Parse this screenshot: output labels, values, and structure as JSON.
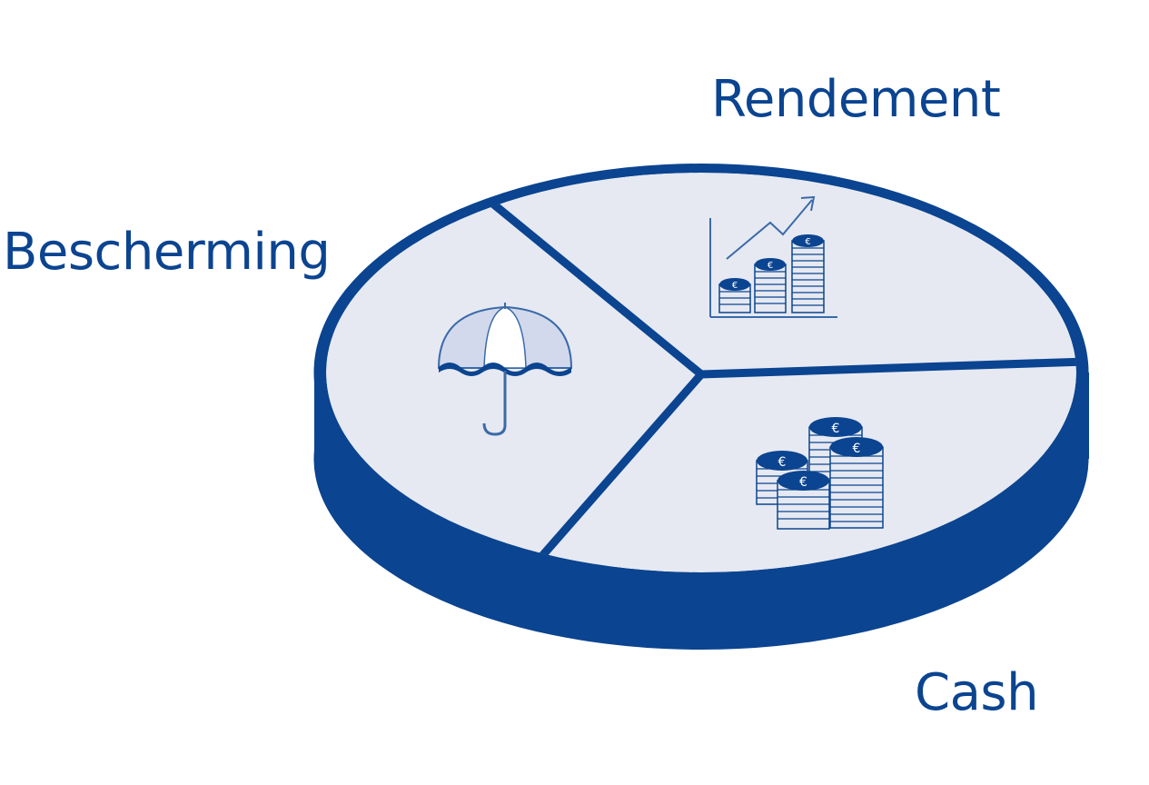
{
  "labels": {
    "rendement": "Rendement",
    "bescherming": "Bescherming",
    "cash": "Cash"
  },
  "icons": {
    "rendement": "growth-chart-coins-icon",
    "bescherming": "umbrella-icon",
    "cash": "coin-stacks-icon"
  },
  "colors": {
    "primary": "#0b4490",
    "slice_fill": "#e6e9f2",
    "background": "#ffffff"
  }
}
